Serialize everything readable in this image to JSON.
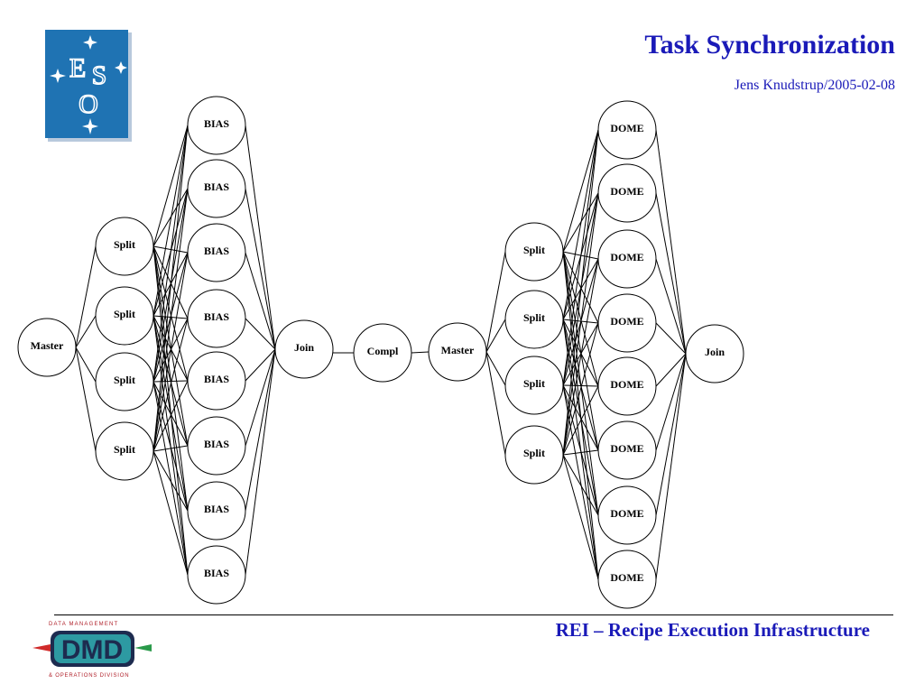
{
  "header": {
    "title": "Task Synchronization",
    "subtitle": "Jens Knudstrup/2005-02-08"
  },
  "eso_logo": {
    "text": "ESO"
  },
  "footer": {
    "text": "REI – Recipe Execution Infrastructure",
    "dmd_logo": {
      "top_text": "DATA MANAGEMENT",
      "bottom_text": "& OPERATIONS DIVISION",
      "letters": "DMD"
    }
  },
  "colors": {
    "title_blue": "#1a1ab8",
    "eso_blue": "#1f73b3",
    "dmd_teal": "#2d9aa2"
  },
  "diagram": {
    "left_group": {
      "master": "Master",
      "splits": [
        "Split",
        "Split",
        "Split",
        "Split"
      ],
      "workers": [
        "BIAS",
        "BIAS",
        "BIAS",
        "BIAS",
        "BIAS",
        "BIAS",
        "BIAS",
        "BIAS"
      ],
      "join": "Join"
    },
    "middle": {
      "compl": "Compl"
    },
    "right_group": {
      "master": "Master",
      "splits": [
        "Split",
        "Split",
        "Split",
        "Split"
      ],
      "workers": [
        "DOME",
        "DOME",
        "DOME",
        "DOME",
        "DOME",
        "DOME",
        "DOME",
        "DOME"
      ],
      "join": "Join"
    }
  }
}
